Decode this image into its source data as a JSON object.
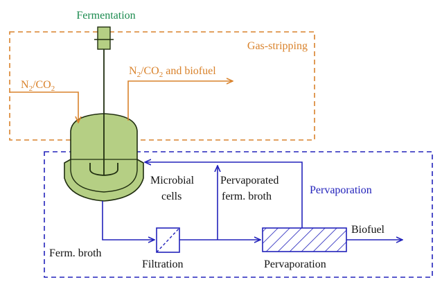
{
  "colors": {
    "gas_stripping": "#d9822b",
    "pervaporation": "#2222bb",
    "fermentation": "#1a8a4e",
    "vessel_fill": "#b5cf84",
    "vessel_stroke": "#1f2d0f"
  },
  "labels": {
    "fermentation": "Fermentation",
    "gas_stripping": "Gas-stripping",
    "gas_in_base": "N",
    "gas_in_sub": "2",
    "gas_in_mid": "/CO",
    "gas_in_sub2": "2",
    "gas_out_base": "N",
    "gas_out_sub": "2",
    "gas_out_mid": "/CO",
    "gas_out_sub2": "2",
    "gas_out_tail": " and biofuel",
    "microbial_line1": "Microbial",
    "microbial_line2": "cells",
    "pervaporated_line1": "Pervaporated",
    "pervaporated_line2": "ferm. broth",
    "pervaporation_region": "Pervaporation",
    "ferm_broth": "Ferm. broth",
    "filtration": "Filtration",
    "pervaporation_unit": "Pervaporation",
    "biofuel": "Biofuel"
  }
}
